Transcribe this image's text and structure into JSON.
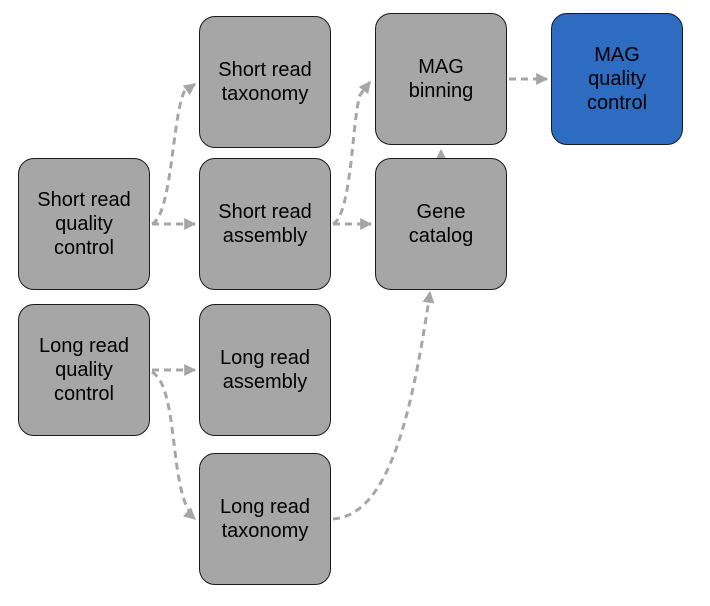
{
  "colors": {
    "node_fill": "#a6a6a6",
    "node_highlight_fill": "#2d6cc0",
    "node_border": "#1a1a1a",
    "edge": "#a6a6a6"
  },
  "nodes": {
    "short_read_taxonomy": "Short read\ntaxonomy",
    "mag_binning": "MAG\nbinning",
    "mag_quality_control": "MAG\nquality\ncontrol",
    "short_read_quality_control": "Short read\nquality\ncontrol",
    "short_read_assembly": "Short read\nassembly",
    "gene_catalog": "Gene\ncatalog",
    "long_read_quality_control": "Long read\nquality\ncontrol",
    "long_read_assembly": "Long read\nassembly",
    "long_read_taxonomy": "Long read\ntaxonomy"
  },
  "edges": [
    {
      "from": "short_read_quality_control",
      "to": "short_read_taxonomy",
      "style": "dashed"
    },
    {
      "from": "short_read_quality_control",
      "to": "short_read_assembly",
      "style": "dashed"
    },
    {
      "from": "short_read_assembly",
      "to": "mag_binning",
      "style": "dashed"
    },
    {
      "from": "short_read_assembly",
      "to": "gene_catalog",
      "style": "dashed"
    },
    {
      "from": "gene_catalog",
      "to": "mag_binning",
      "style": "dashed"
    },
    {
      "from": "mag_binning",
      "to": "mag_quality_control",
      "style": "dashed"
    },
    {
      "from": "long_read_quality_control",
      "to": "long_read_assembly",
      "style": "dashed"
    },
    {
      "from": "long_read_quality_control",
      "to": "long_read_taxonomy",
      "style": "dashed"
    },
    {
      "from": "long_read_taxonomy",
      "to": "gene_catalog",
      "style": "dashed"
    }
  ]
}
